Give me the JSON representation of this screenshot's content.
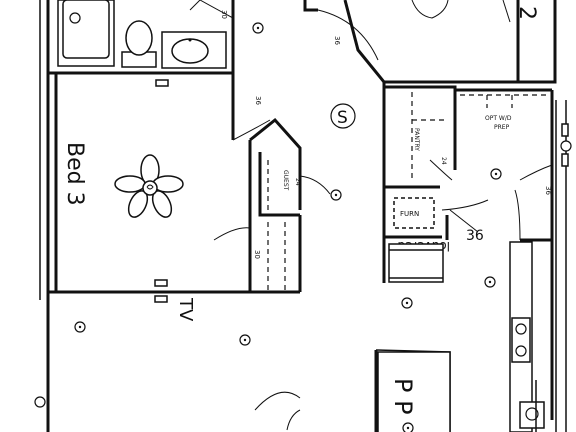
{
  "plan": {
    "rooms": {
      "bed3": "Bed 3",
      "bed2_fragment": "2",
      "tv": "TV",
      "pantry": "PANTRY",
      "guest": "GUEST",
      "furn": "FURN",
      "opt_wd": "OPT W/D",
      "prep": "PREP",
      "louvered": "louvered",
      "pp": "P P"
    },
    "dims": {
      "door_30_top": "30",
      "door_36_top": "36",
      "door_36_bed3": "36",
      "door_24_guest": "24",
      "door_30_closet": "30",
      "door_24_pantry": "24",
      "door_36_right": "36",
      "door_36_furn": "36"
    },
    "symbols": {
      "stair_s": "S"
    },
    "icons": [
      "flower-icon",
      "ceiling-light-icon",
      "smoke-detector-icon",
      "toilet-icon",
      "sink-icon",
      "bathtub-icon",
      "stove-icon"
    ]
  }
}
